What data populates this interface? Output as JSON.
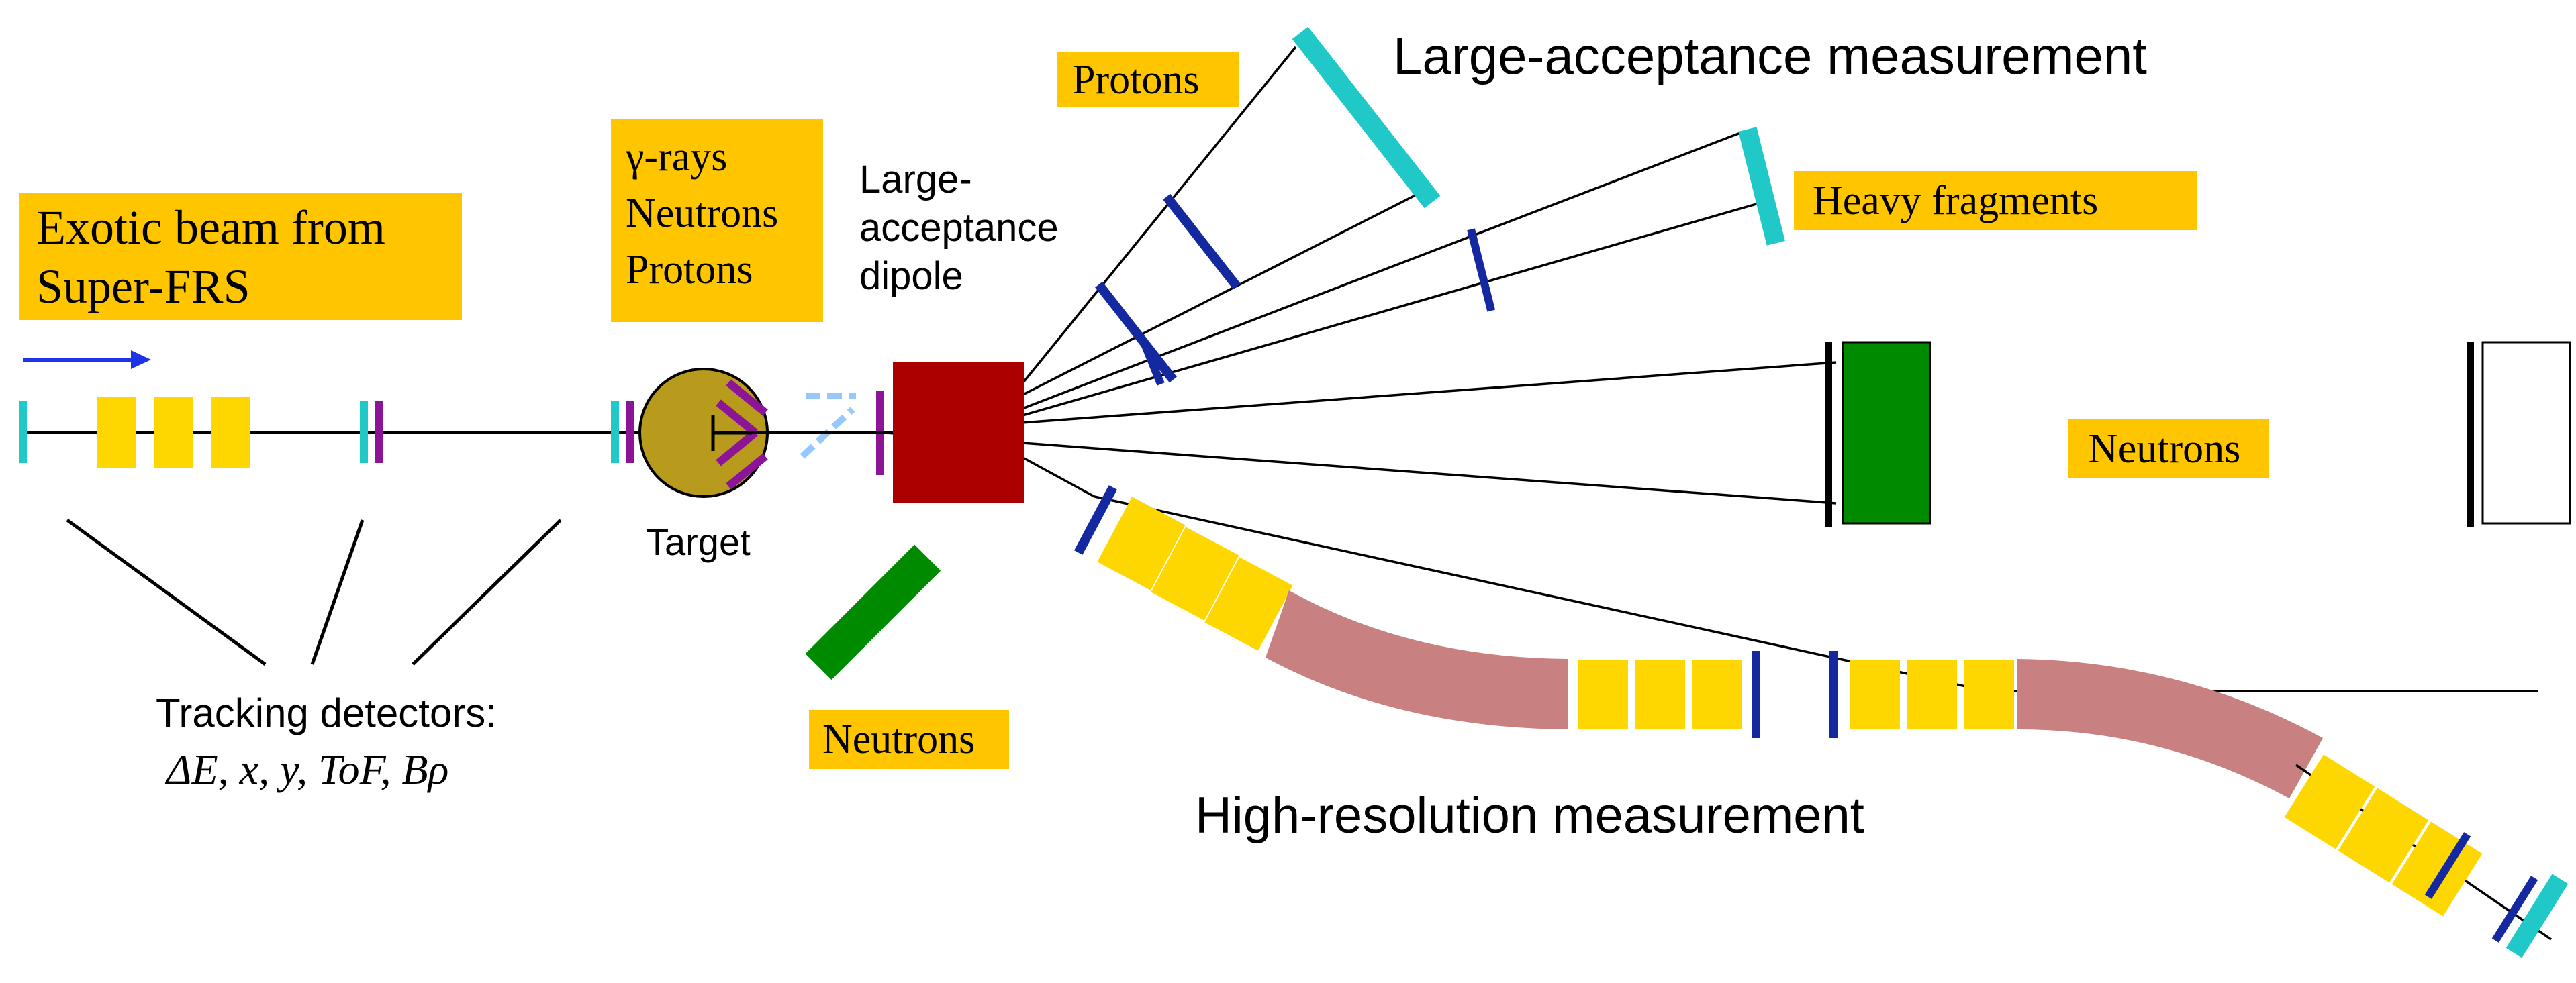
{
  "labels": {
    "exotic_beam": [
      "Exotic beam from",
      "Super-FRS"
    ],
    "target_products": [
      "γ-rays",
      "Neutrons",
      "Protons"
    ],
    "dipole": [
      "Large-",
      "acceptance",
      "dipole"
    ],
    "target": "Target",
    "protons": "Protons",
    "heavy_fragments": "Heavy fragments",
    "neutrons_forward": "Neutrons",
    "neutrons_side": "Neutrons",
    "large_acceptance_title": "Large-acceptance measurement",
    "high_resolution_title": "High-resolution measurement",
    "tracking_title": "Tracking detectors:",
    "tracking_quantities": "ΔE, x, y, ToF, Bρ"
  },
  "colors": {
    "label_box": "#FFC600",
    "quadrupole": "#FFD700",
    "dipole": "#AA0000",
    "neutron_detector": "#008A00",
    "spectrometer_dipole": "#C88080",
    "target": "#B89A1C",
    "tracker_cyan": "#20C8C8",
    "tracker_blue": "#1428A0",
    "tracker_purple": "#8C1496",
    "beam_arrow": "#1E32E6",
    "gamma_detector": "#96C8FF"
  }
}
